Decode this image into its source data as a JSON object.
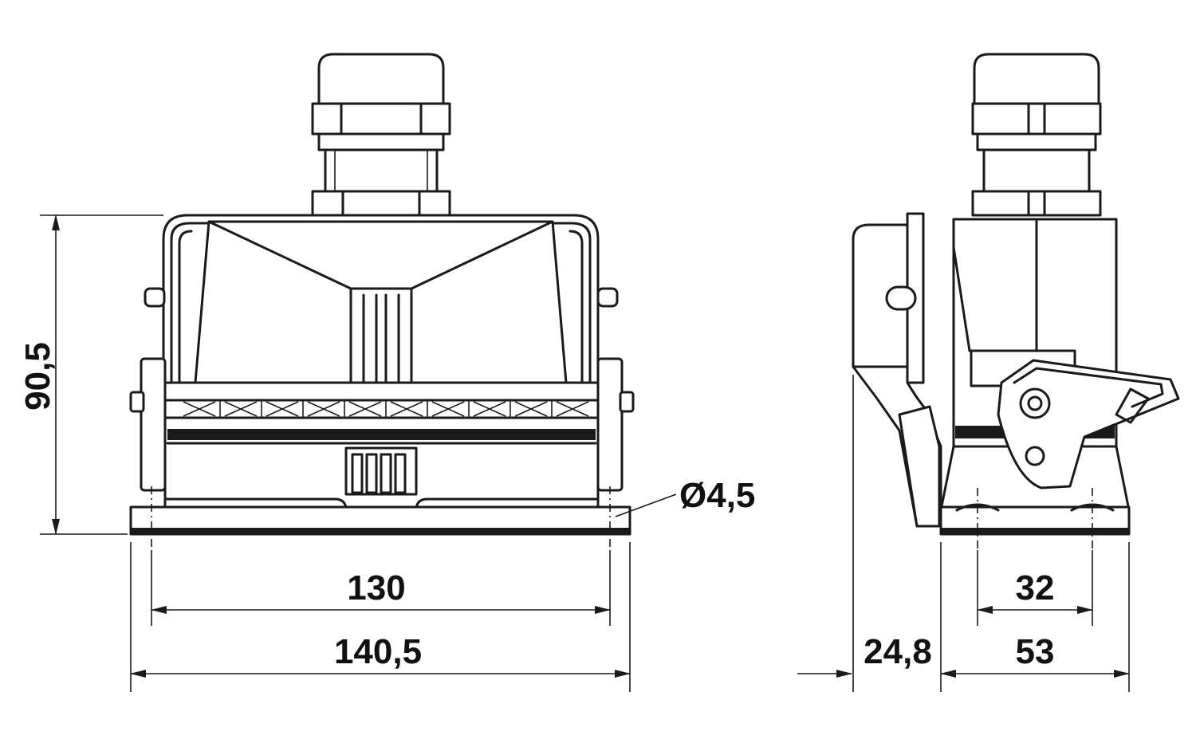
{
  "dimensions": {
    "height": "90,5",
    "inner_width": "130",
    "outer_width": "140,5",
    "hole_diameter": "Ø4,5",
    "side_offset": "24,8",
    "side_inner": "32",
    "side_outer": "53"
  }
}
